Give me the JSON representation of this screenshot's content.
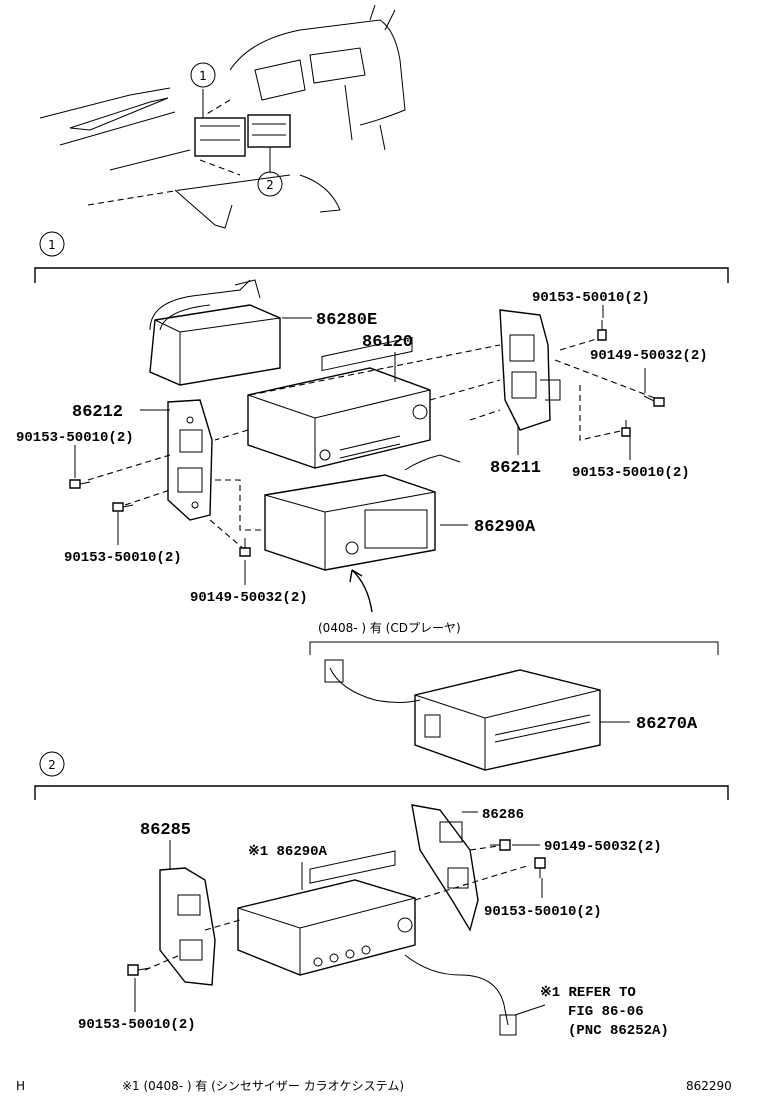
{
  "callouts": {
    "one": "1",
    "two": "2"
  },
  "section1": {
    "part_86280E": "86280E",
    "part_86120": "86120",
    "part_86212": "86212",
    "part_86211": "86211",
    "part_86290A": "86290A",
    "bolt_a_top": "90153-50010(2)",
    "bolt_b_top": "90149-50032(2)",
    "bolt_a_right": "90153-50010(2)",
    "bolt_a_left": "90153-50010(2)",
    "bolt_a_bottom": "90153-50010(2)",
    "bolt_b_bottom": "90149-50032(2)",
    "option_note": "(0408-   ) 有 (CDプレーヤ)",
    "part_86270A": "86270A"
  },
  "section2": {
    "part_86285": "86285",
    "part_86290A": "※1 86290A",
    "part_86286": "86286",
    "bolt_b": "90149-50032(2)",
    "bolt_a_right": "90153-50010(2)",
    "bolt_a_left": "90153-50010(2)",
    "refer_line1": "※1 REFER TO",
    "refer_line2": "FIG 86-06",
    "refer_line3": "(PNC 86252A)"
  },
  "footer": {
    "left": "H",
    "note": "※1 (0408-   ) 有 (シンセサイザー カラオケシステム)",
    "fig": "862290"
  }
}
